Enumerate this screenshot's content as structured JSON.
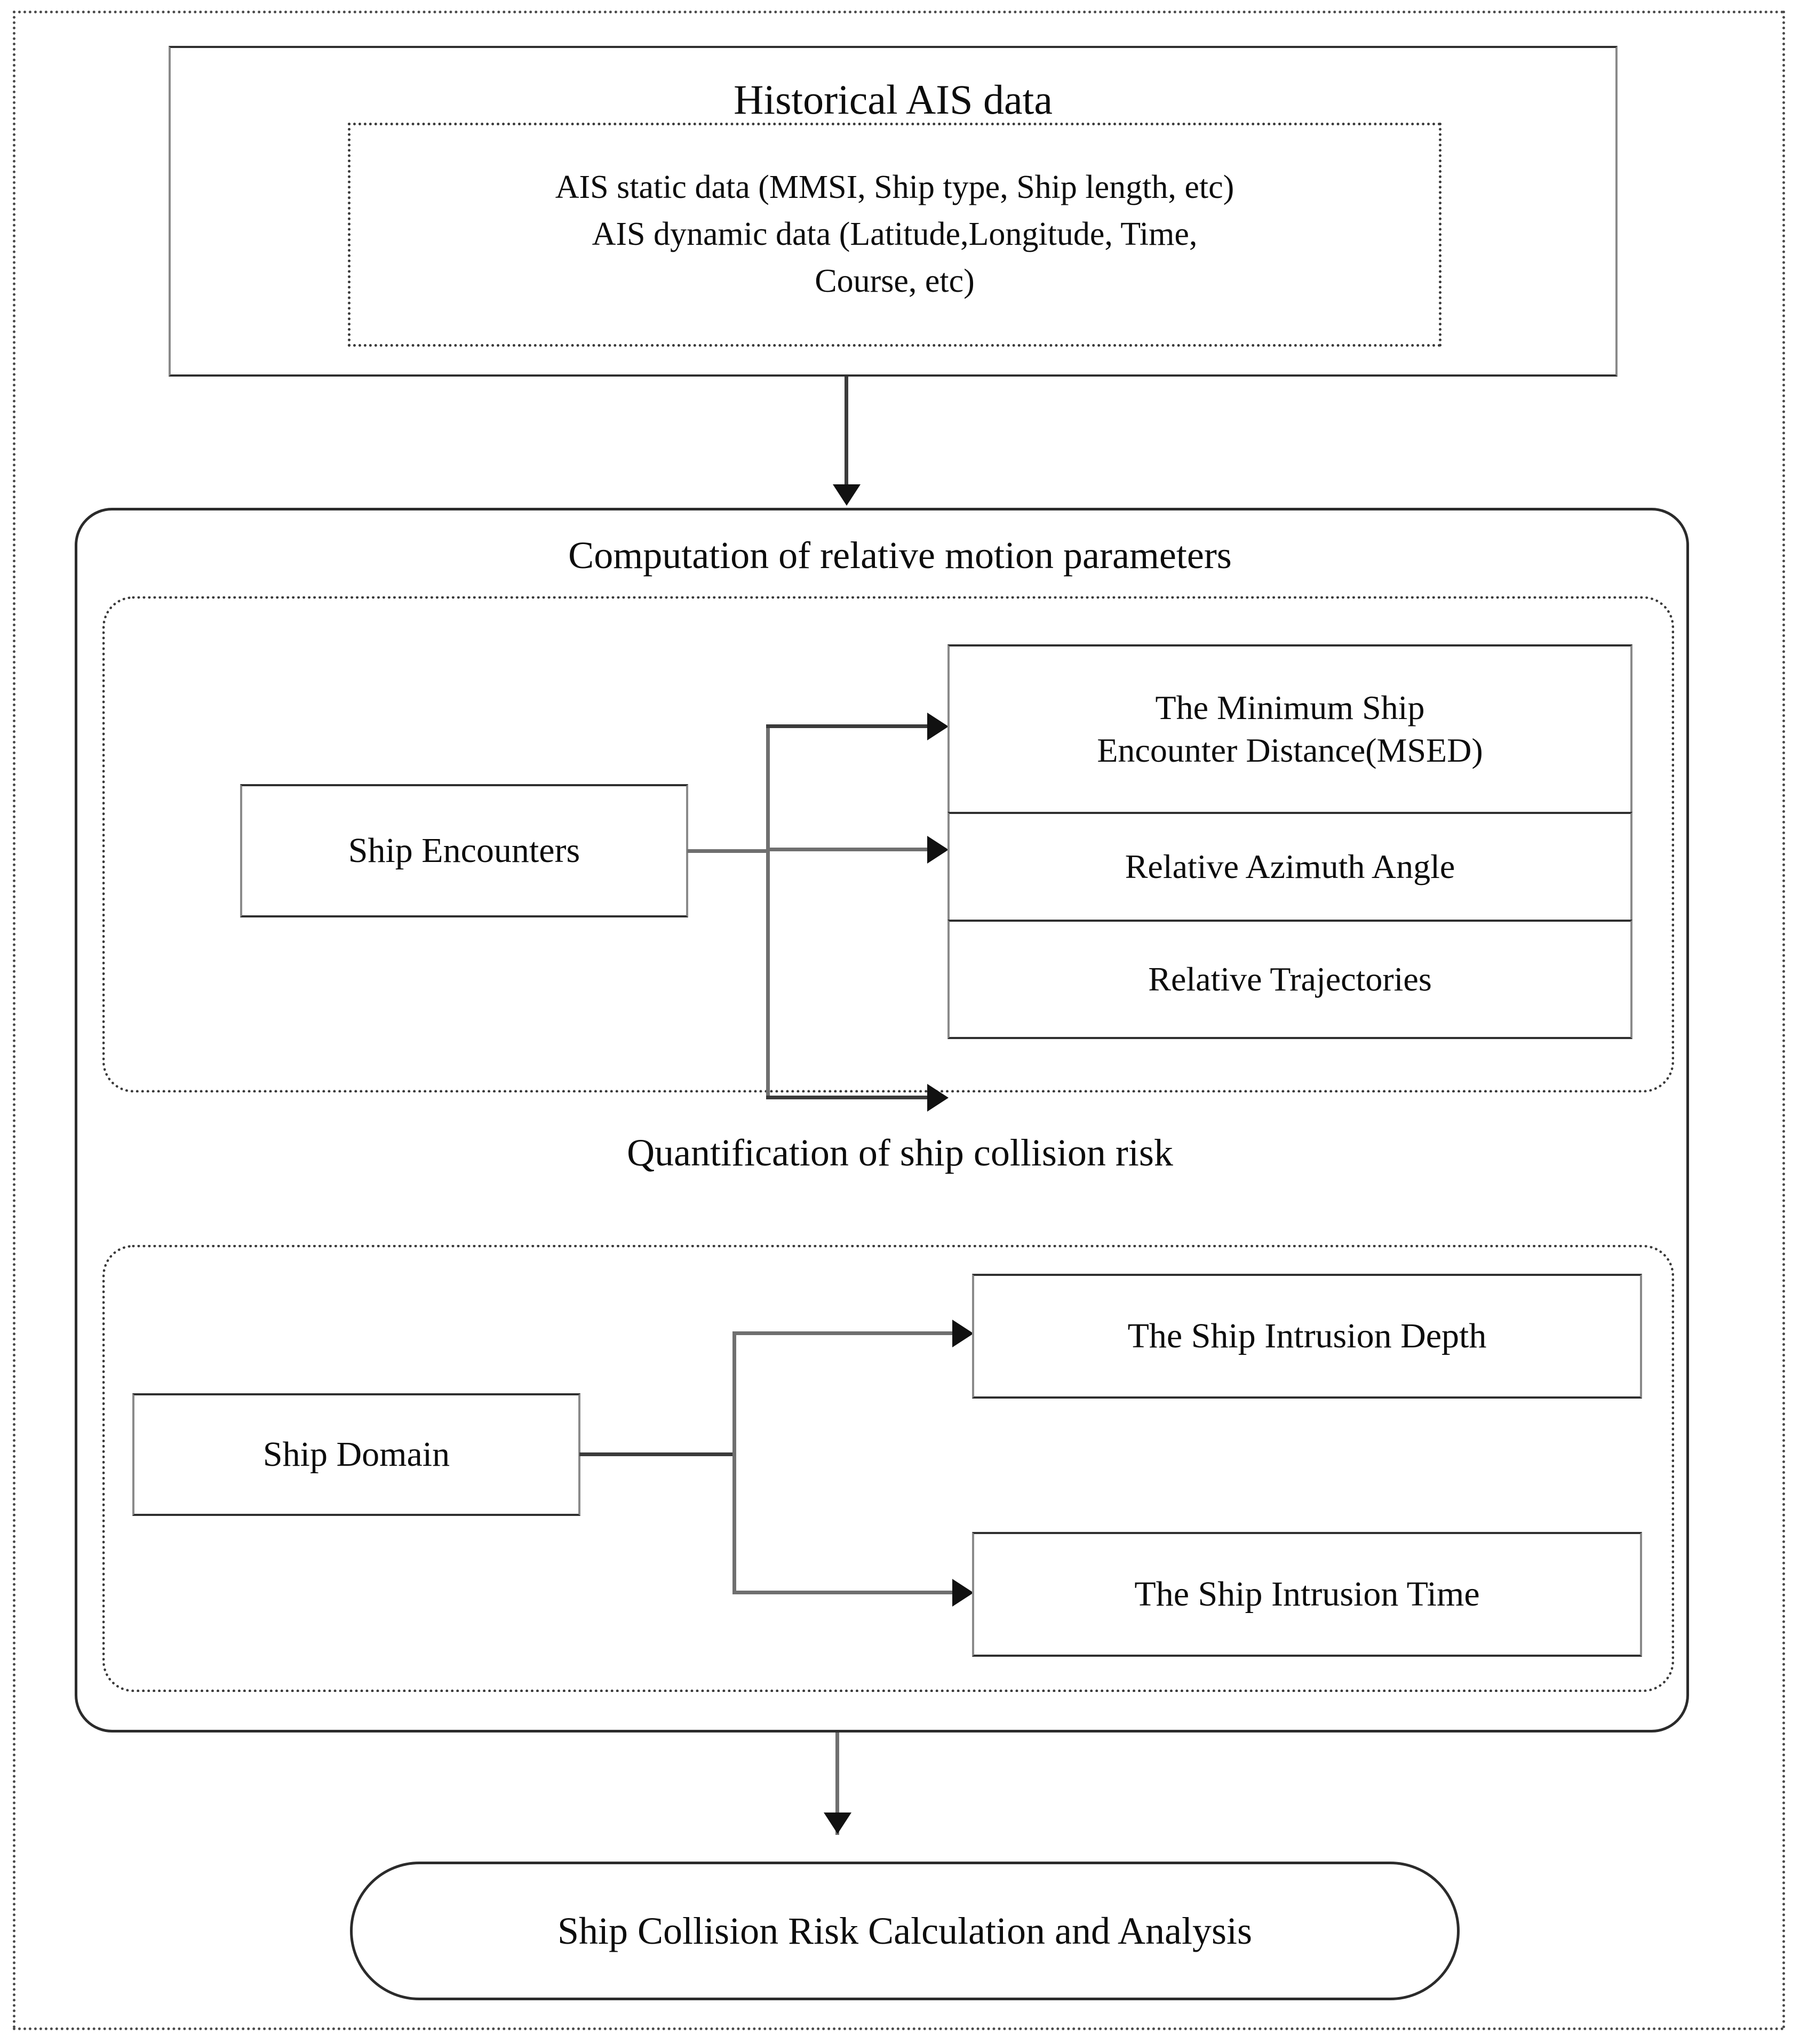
{
  "diagram": {
    "title": "Ship collision risk analysis framework flowchart",
    "colors": {
      "box_border": "#8a8a8a",
      "box_border_strong": "#2f2f2f",
      "connector": "#6f6f6f",
      "arrowhead": "#111111",
      "frame_dotted": "#4a4a4a",
      "text": "#0d0d0d",
      "background": "#ffffff"
    },
    "data_source": {
      "title": "Historical AIS data",
      "details": [
        "AIS static data (MMSI, Ship type, Ship length, etc)",
        "AIS dynamic data (Latitude,Longitude, Time,",
        "Course, etc)"
      ]
    },
    "stage_one": {
      "title": "Computation of relative motion parameters",
      "source": "Ship Encounters",
      "outputs": [
        "The Minimum Ship Encounter Distance(MSED)",
        "Relative Azimuth Angle",
        "Relative Trajectories"
      ],
      "output_lines": {
        "msed_line1": "The Minimum Ship",
        "msed_line2": "Encounter Distance(MSED)",
        "azimuth": "Relative Azimuth Angle",
        "trajectories": "Relative Trajectories"
      }
    },
    "stage_two": {
      "title": "Quantification of ship collision risk",
      "source": "Ship Domain",
      "outputs": [
        "The Ship Intrusion Depth",
        "The Ship Intrusion Time"
      ]
    },
    "result": {
      "label": "Ship Collision Risk Calculation and Analysis"
    }
  }
}
